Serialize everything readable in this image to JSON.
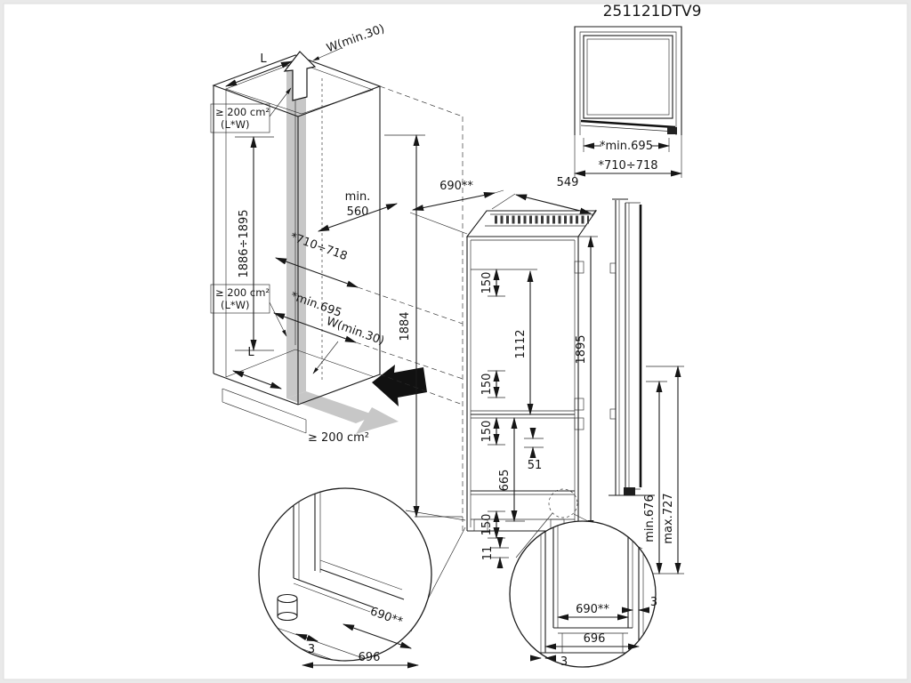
{
  "document": {
    "model_number": "251121DTV9",
    "background": "#ffffff"
  },
  "plan_view": {
    "min_depth": "*min.695",
    "niche_width_range": "*710÷718"
  },
  "iso_view": {
    "edge_label_top": "L",
    "wall_gap_top": "W(min.30)",
    "vent_area_top_l1": "≥ 200 cm²",
    "vent_area_top_l2": "(L*W)",
    "niche_height_range": "1886÷1895",
    "vent_area_mid_l1": "≥ 200 cm²",
    "vent_area_mid_l2": "(L*W)",
    "min_depth_l1": "min.",
    "min_depth_l2": "560",
    "niche_width_range": "*710÷718",
    "min_clearance": "*min.695",
    "wall_gap_bottom": "W(min.30)",
    "edge_label_bottom": "L",
    "niche_height": "1884",
    "vent_area_bottom": "≥ 200 cm²"
  },
  "front_view": {
    "appliance_width": "690**",
    "appliance_depth": "549",
    "gap_top": "150",
    "upper_door_height": "1112",
    "gap_middle": "150",
    "appliance_height": "1895",
    "gap_freezer": "150",
    "hinge_offset": "51",
    "freezer_height": "665",
    "gap_bottom": "150",
    "plinth_gap": "11"
  },
  "side_view": {
    "min_height": "min.676",
    "max_height": "max.727"
  },
  "detail_left": {
    "plinth_width": "690**",
    "gap": "3",
    "total_width": "696"
  },
  "detail_right": {
    "gap_right": "3",
    "plinth_width": "690**",
    "total_width": "696",
    "gap_left": "3"
  }
}
